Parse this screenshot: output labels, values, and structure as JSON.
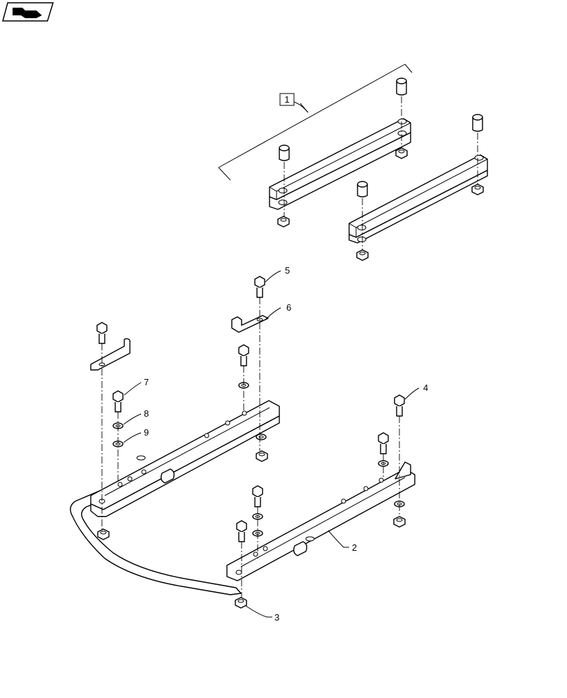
{
  "nav_icon": "back-arrow-icon",
  "callouts": {
    "c1": "1",
    "c2": "2",
    "c3": "3",
    "c4": "4",
    "c5": "5",
    "c6": "6",
    "c7": "7",
    "c8": "8",
    "c9": "9"
  }
}
